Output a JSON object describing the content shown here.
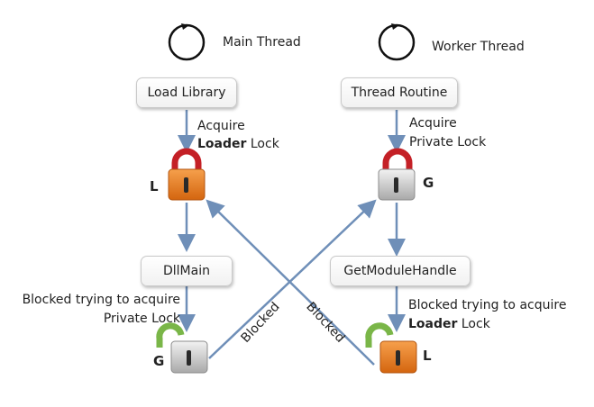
{
  "main_thread": {
    "label": "Main Thread",
    "step1": "Load Library",
    "acquire_line1": "Acquire",
    "acquire_bold": "Loader",
    "acquire_rest": " Lock",
    "lock1_letter": "L",
    "step2": "DllMain",
    "blocked_line1": "Blocked trying to acquire",
    "blocked_line2": "Private Lock",
    "lock2_letter": "G"
  },
  "worker_thread": {
    "label": "Worker Thread",
    "step1": "Thread Routine",
    "acquire_line1": "Acquire",
    "acquire_line2": "Private Lock",
    "lock1_letter": "G",
    "step2": "GetModuleHandle",
    "blocked_line1": "Blocked trying to acquire",
    "blocked_bold": "Loader",
    "blocked_rest": " Lock",
    "lock2_letter": "L"
  },
  "cross_labels": {
    "left": "Blocked",
    "right": "Blocked"
  },
  "colors": {
    "arrow": "#6f8fb8",
    "loader_lock_body": "#e87a1e",
    "private_lock_body": "#c8c8c8",
    "held_shackle": "#c42026",
    "open_shackle": "#7ab648"
  }
}
